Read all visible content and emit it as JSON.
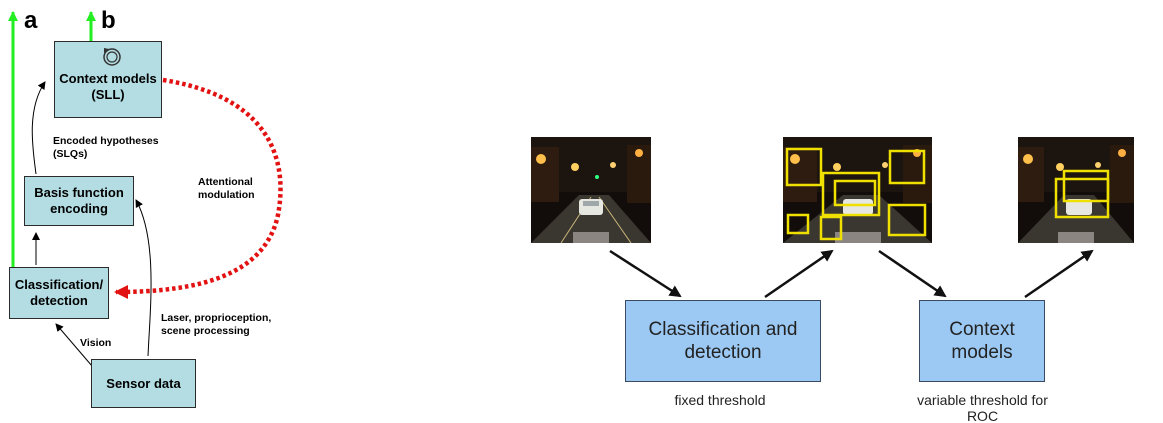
{
  "left_diagram": {
    "label_a": "a",
    "label_b": "b",
    "context_models_box": "Context models (SLL)",
    "basis_function_box": "Basis function encoding",
    "classification_box": "Classification/ detection",
    "sensor_data_box": "Sensor data",
    "encoded_hypotheses": "Encoded hypotheses (SLQs)",
    "attentional_modulation": "Attentional modulation",
    "laser_label": "Laser, proprioception, scene processing",
    "vision_label": "Vision",
    "colors": {
      "green_arrow": "#22ee22",
      "red_dotted": "#e31212",
      "box_fill": "#b3dde3"
    }
  },
  "right_diagram": {
    "classification_box": "Classification and detection",
    "context_box": "Context models",
    "fixed_threshold": "fixed threshold",
    "variable_threshold": "variable threshold for ROC",
    "colors": {
      "box_fill": "#9cc9f3",
      "detection_box": "#f0e000"
    }
  }
}
